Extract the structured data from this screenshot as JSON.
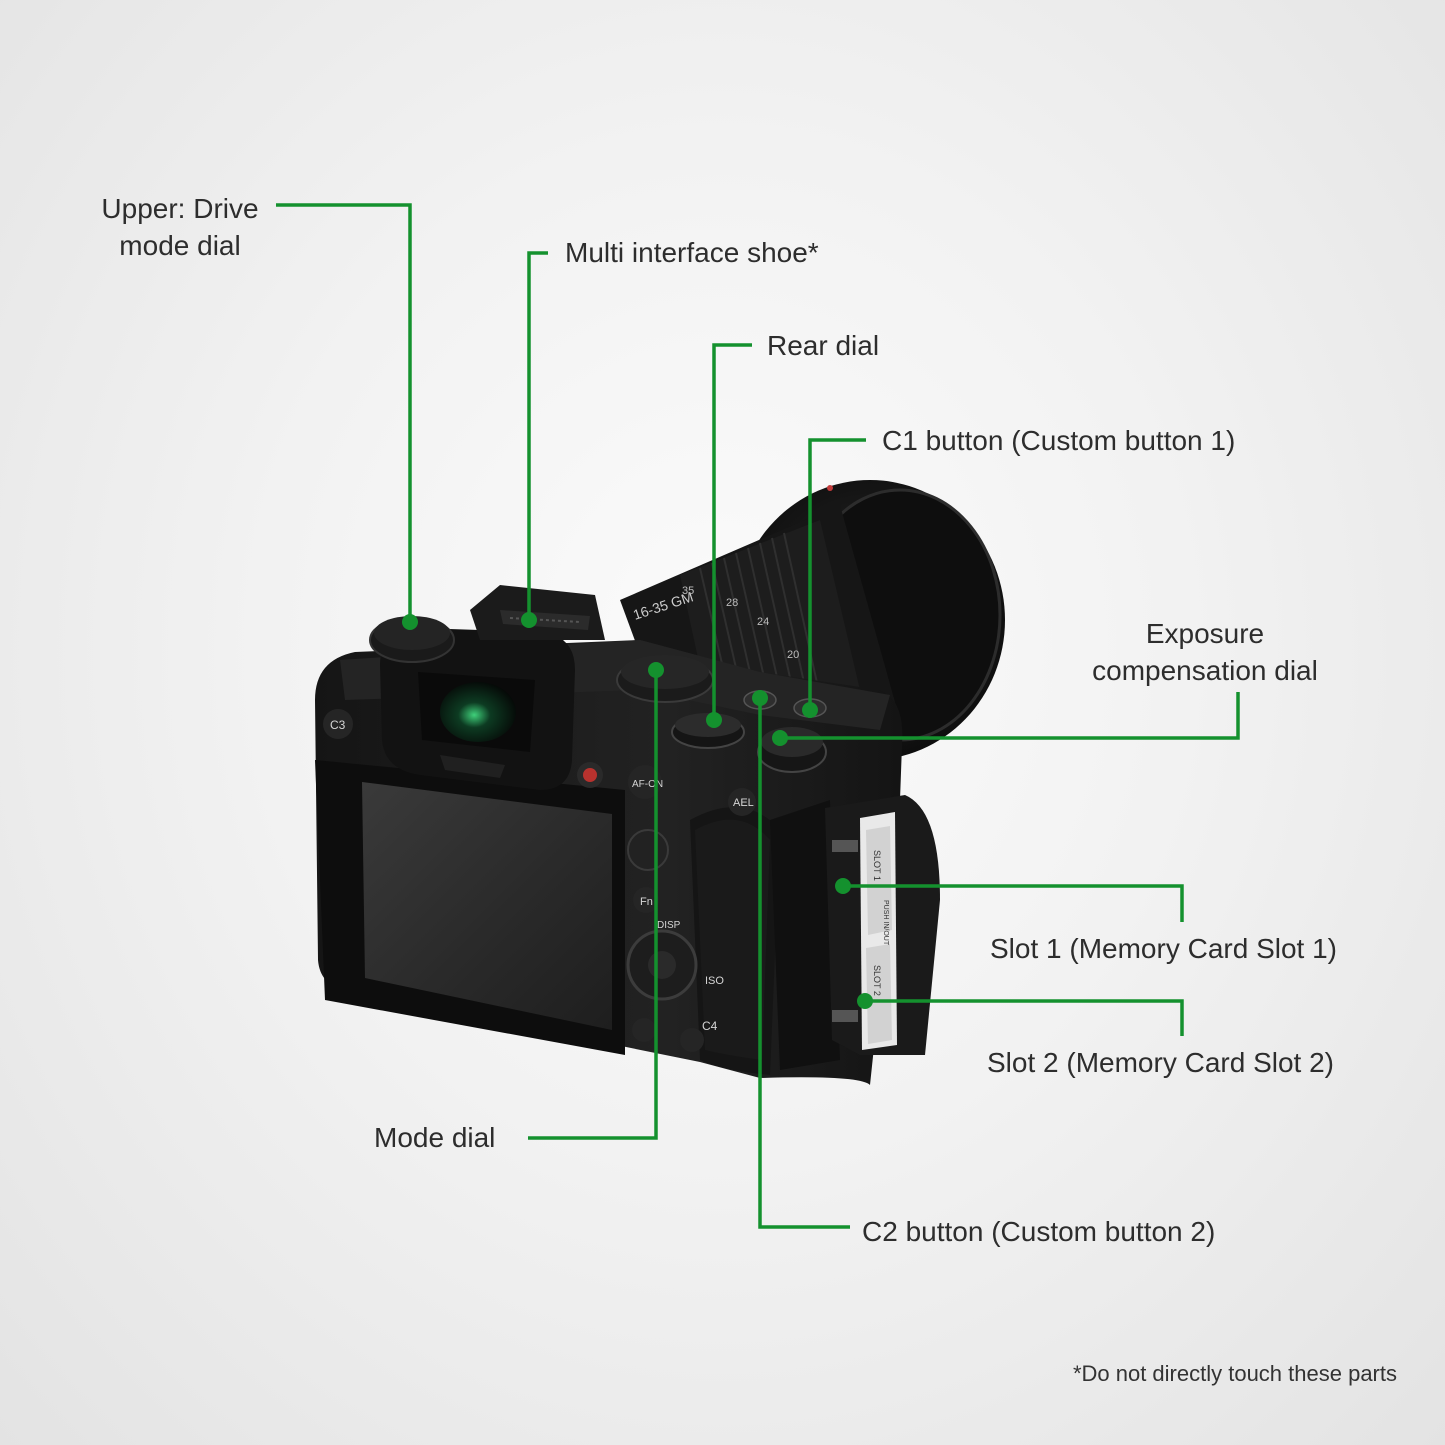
{
  "callouts": {
    "drive_mode_dial": {
      "line1": "Upper: Drive",
      "line2": "mode dial"
    },
    "multi_interface_shoe": "Multi interface shoe*",
    "rear_dial": "Rear dial",
    "c1_button": "C1 button (Custom button 1)",
    "exposure_comp_dial": {
      "line1": "Exposure",
      "line2": "compensation dial"
    },
    "slot1": "Slot 1 (Memory Card Slot 1)",
    "slot2": "Slot 2 (Memory Card Slot 2)",
    "mode_dial": "Mode dial",
    "c2_button": "C2 button (Custom button 2)"
  },
  "footnote": "*Do not directly touch these parts",
  "camera_markings": {
    "c3": "C3",
    "af_on": "AF-ON",
    "ael": "AEL",
    "fn": "Fn",
    "disp": "DISP",
    "iso": "ISO",
    "c4": "C4",
    "lens_name": "16-35 GM",
    "focal_35": "35",
    "focal_28": "28",
    "focal_24": "24",
    "focal_20": "20",
    "slot_1_marking": "SLOT 1",
    "slot_2_marking": "SLOT 2",
    "push_marking": "PUSH IN/OUT"
  },
  "colors": {
    "accent": "#14912e",
    "camera_body": "#1a1a1a"
  }
}
